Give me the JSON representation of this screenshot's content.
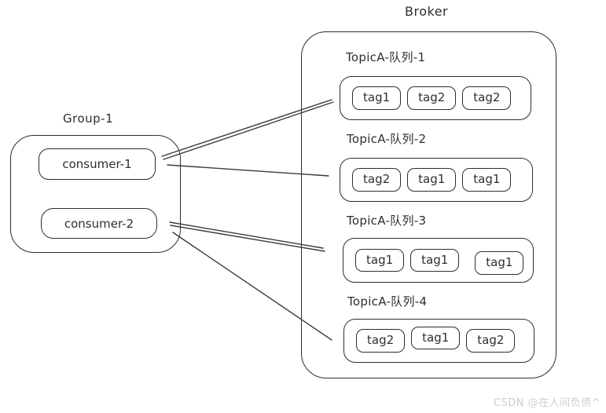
{
  "group": {
    "title": "Group-1",
    "consumers": [
      {
        "label": "consumer-1"
      },
      {
        "label": "consumer-2"
      }
    ]
  },
  "broker": {
    "title": "Broker",
    "queues": [
      {
        "label": "TopicA-队列-1",
        "tags": [
          "tag1",
          "tag2",
          "tag2"
        ]
      },
      {
        "label": "TopicA-队列-2",
        "tags": [
          "tag2",
          "tag1",
          "tag1"
        ]
      },
      {
        "label": "TopicA-队列-3",
        "tags": [
          "tag1",
          "tag1",
          "tag1"
        ]
      },
      {
        "label": "TopicA-队列-4",
        "tags": [
          "tag2",
          "tag1",
          "tag2"
        ]
      }
    ]
  },
  "connections": [
    {
      "from": "consumer-1",
      "to": "TopicA-队列-1",
      "stroke_style": "double"
    },
    {
      "from": "consumer-1",
      "to": "TopicA-队列-2",
      "stroke_style": "single"
    },
    {
      "from": "consumer-2",
      "to": "TopicA-队列-3",
      "stroke_style": "double"
    },
    {
      "from": "consumer-2",
      "to": "TopicA-队列-4",
      "stroke_style": "single"
    }
  ],
  "watermark": "CSDN @在人间负债^",
  "colors": {
    "stroke": "#2e2e2e",
    "background": "#ffffff",
    "watermark": "#c9ced3"
  }
}
